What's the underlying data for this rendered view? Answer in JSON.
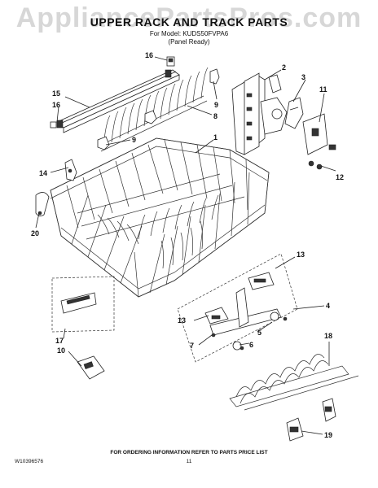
{
  "header": {
    "title": "UPPER RACK AND TRACK PARTS",
    "model_line": "For Model: KUDS50FVPA6",
    "panel_line": "(Panel Ready)"
  },
  "watermark": "AppliancePartsPros.com",
  "callouts": [
    "16",
    "2",
    "15",
    "16",
    "3",
    "9",
    "11",
    "8",
    "1",
    "9",
    "14",
    "12",
    "20",
    "13",
    "4",
    "13",
    "7",
    "5",
    "6",
    "17",
    "10",
    "18",
    "19"
  ],
  "footer": {
    "doc_number": "W10396576",
    "ordering_note": "FOR ORDERING INFORMATION REFER TO PARTS PRICE LIST",
    "page_number": "11"
  }
}
